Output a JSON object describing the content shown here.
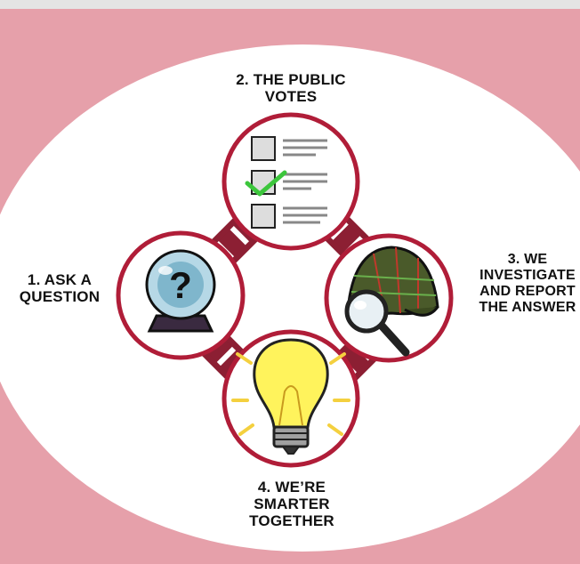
{
  "colors": {
    "background_pink": "#e6a0aa",
    "ring_crimson": "#8c1f33",
    "circle_border": "#b01d38",
    "check_green": "#3cc63c"
  },
  "steps": [
    {
      "icon": "crystal-ball-icon",
      "lines": [
        "1. ASK A",
        "QUESTION"
      ]
    },
    {
      "icon": "ballot-checklist-icon",
      "lines": [
        "2. THE PUBLIC",
        "VOTES"
      ]
    },
    {
      "icon": "detective-hat-magnifier-icon",
      "lines": [
        "3. WE",
        "INVESTIGATE",
        "AND REPORT",
        "THE ANSWER"
      ]
    },
    {
      "icon": "light-bulb-icon",
      "lines": [
        "4. WE’RE",
        "SMARTER",
        "TOGETHER"
      ]
    }
  ]
}
